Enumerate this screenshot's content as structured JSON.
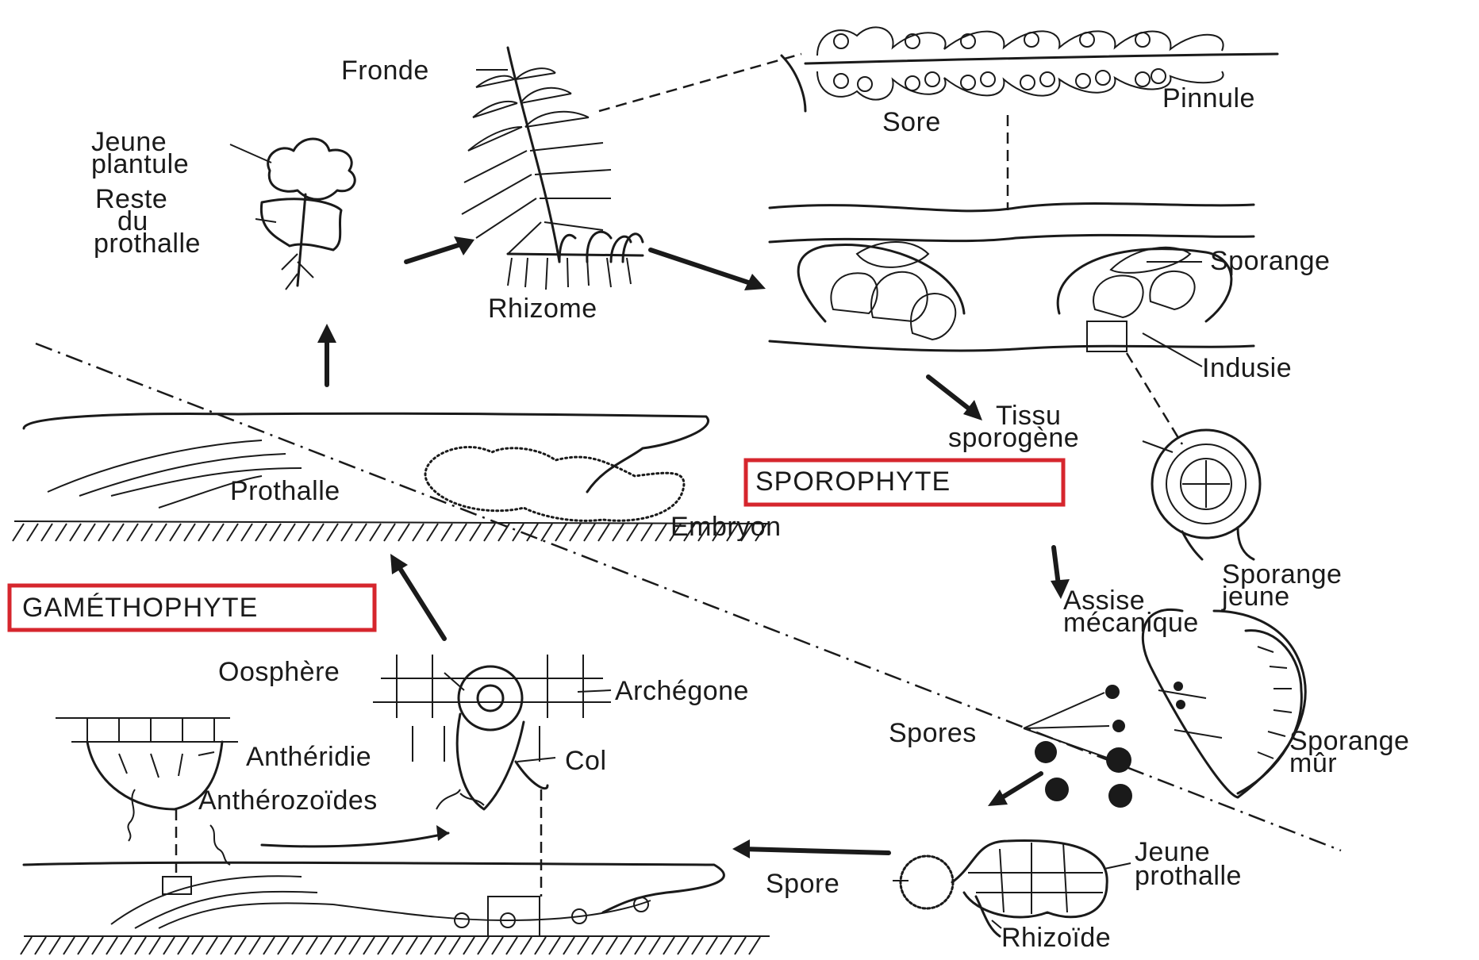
{
  "title": "",
  "colors": {
    "ink": "#1a1a1a",
    "highlight_box": "#d6262d",
    "background": "#ffffff"
  },
  "boxed_labels": {
    "sporophyte": "SPOROPHYTE",
    "gametophyte": "GAMÉTHOPHYTE"
  },
  "labels": {
    "fronde": "Fronde",
    "rhizome": "Rhizome",
    "pinnule": "Pinnule",
    "sore": "Sore",
    "jeune_plantule_1": "Jeune",
    "jeune_plantule_2": "plantule",
    "reste_1": "Reste",
    "reste_2": "du",
    "reste_3": "prothalle",
    "sporange": "Sporange",
    "indusie": "Indusie",
    "tissu_1": "Tissu",
    "tissu_2": "sporogène",
    "prothalle": "Prothalle",
    "embryon": "Embryon",
    "sporange_jeune_1": "Sporange",
    "sporange_jeune_2": "jeune",
    "assise_1": "Assise",
    "assise_2": "mécanique",
    "oosphere": "Oosphère",
    "archegone": "Archégone",
    "antheridie": "Anthéridie",
    "col": "Col",
    "antherozoides": "Anthérozoïdes",
    "spores": "Spores",
    "sporange_mur_1": "Sporange",
    "sporange_mur_2": "mûr",
    "spore": "Spore",
    "jeune_prothalle_1": "Jeune",
    "jeune_prothalle_2": "prothalle",
    "rhizoide": "Rhizoïde"
  }
}
